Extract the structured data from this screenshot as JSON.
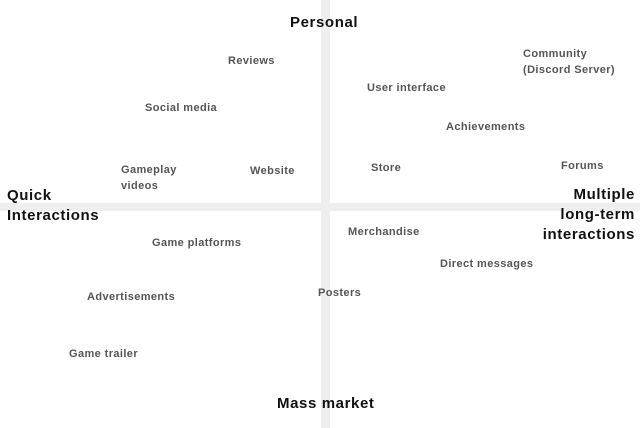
{
  "axes": {
    "top": "Personal",
    "bottom": "Mass market",
    "left": [
      "Quick",
      "Interactions"
    ],
    "right": [
      "Multiple",
      "long-term",
      "interactions"
    ]
  },
  "items": {
    "reviews": "Reviews",
    "community": [
      "Community",
      "(Discord Server)"
    ],
    "social_media": "Social media",
    "user_interface": "User interface",
    "achievements": "Achievements",
    "gameplay_videos": [
      "Gameplay",
      "videos"
    ],
    "website": "Website",
    "store": "Store",
    "forums": "Forums",
    "game_platforms": "Game platforms",
    "merchandise": "Merchandise",
    "direct_messages": "Direct messages",
    "advertisements": "Advertisements",
    "posters": "Posters",
    "game_trailer": "Game trailer"
  }
}
